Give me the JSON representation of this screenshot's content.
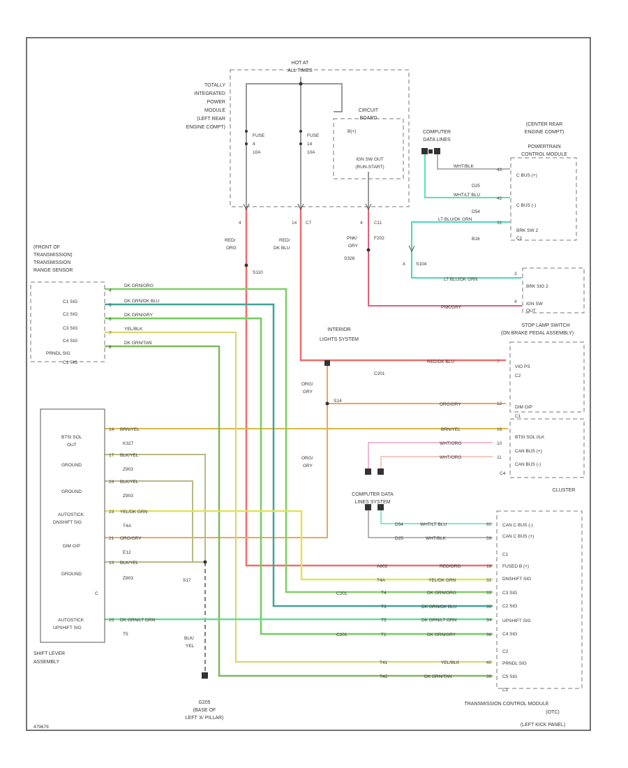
{
  "diagram_id": "479679",
  "tipm": {
    "title": [
      "TOTALLY",
      "INTEGRATED",
      "POWER",
      "MODULE",
      "(LEFT REAR",
      "ENGINE COMPT)"
    ],
    "hot": [
      "HOT AT",
      "ALL TIMES"
    ],
    "fuse1": [
      "FUSE",
      "4",
      "10A"
    ],
    "fuse2": [
      "FUSE",
      "14",
      "10A"
    ],
    "circuit_board": [
      "CIRCUIT",
      "BOARD"
    ],
    "bplus": "B(+)",
    "relay": [
      "IGN SW OUT",
      "(RUN-START)"
    ],
    "c1": "4",
    "c2": "14",
    "c3": "C7",
    "c4": "4",
    "c5": "C11"
  },
  "computer_data_lines_top": [
    "COMPUTER",
    "DATA LINES"
  ],
  "pcm": {
    "title": [
      "(CENTER REAR",
      "ENGINE COMPT)",
      "POWERTRAIN",
      "CONTROL MODULE"
    ],
    "pin1": "C BUS (+)",
    "pin2": "C BUS (-)",
    "pin3": "BRK SW 2",
    "conn": "C1",
    "p1": "43",
    "p2": "42",
    "p3": "32",
    "w1": "WHT/BLK",
    "w2": "WHT/LT BLU",
    "w3": "LT BLU/DK GRN",
    "c_d25": "D25",
    "c_d54": "D54",
    "c_b16": "B16"
  },
  "trs": {
    "title": [
      "(FRONT OF",
      "TRANSMISSION)",
      "TRANSMISSION",
      "RANGE SENSOR"
    ],
    "pins": [
      "C1 SIG",
      "C2 SIG",
      "C3 SIG",
      "C4 SIG",
      "PRNDL SIG",
      "C1 SIG"
    ],
    "pinnum": [
      "4",
      "5",
      "6",
      "7",
      "8"
    ],
    "wires": [
      "DK GRN/ORG",
      "DK GRN/DK BLU",
      "DK GRN/GRY",
      "YEL/BLK",
      "DK GRN/TAN"
    ]
  },
  "splice1": {
    "id": "S110",
    "w": [
      "RED/",
      "ORG"
    ],
    "num": "4"
  },
  "splice2": {
    "w": [
      "RED/",
      "DK BLU"
    ],
    "num": "14"
  },
  "splice3": {
    "id": "S326",
    "w": [
      "PNK/",
      "GRY"
    ],
    "f": "F202",
    "num": "4"
  },
  "s104": "S104",
  "brake_sw": {
    "w": "LT BLU/DK GRN",
    "w2": "PNK/GRY",
    "pins": [
      "BRK SIG 2",
      "IGN SW",
      "OUT"
    ],
    "p1": "3",
    "p2": "4"
  },
  "interior_lights": [
    "INTERIOR",
    "LIGHTS SYSTEM"
  ],
  "stop_lamp": {
    "title": [
      "STOP LAMP SWITCH",
      "(ON BRAKE PEDAL ASSEMBLY)"
    ],
    "w": "RED/DK BLU",
    "c": "C201",
    "pins": [
      "VIO PS",
      "C2",
      "DIM O/P",
      "C1"
    ],
    "p": "7"
  },
  "org_gry1": [
    "ORG/",
    "GRY"
  ],
  "org_gry2": [
    "ORG/",
    "GRY"
  ],
  "s14": "S14",
  "dim_wire": "ORG/GRY",
  "dim_pin": "12",
  "shifter": {
    "pins": [
      "BTSI SOL",
      "OUT",
      "GROUND",
      "GROUND",
      "AUTOSTICK",
      "DNSHIFT SIG",
      "DIM O/P",
      "GROUND",
      "AUTOSTICK",
      "UPSHIFT SIG"
    ],
    "title": [
      "SHIFT LEVER",
      "ASSEMBLY"
    ],
    "wires": [
      "BRN/YEL",
      "BLK/YEL",
      "BLK/YEL",
      "YEL/DK GRN",
      "ORG/GRY",
      "BLK/YEL",
      "DK GRN/LT GRN"
    ],
    "nums": [
      "14",
      "17",
      "24",
      "23",
      "21",
      "13",
      "25"
    ],
    "cids": [
      "K327",
      "Z903",
      "Z903",
      "T4A",
      "E12",
      "Z903",
      "T5"
    ],
    "c": "C"
  },
  "cluster": {
    "pins": [
      "BTSI SOL I/LK",
      "CAN BUS (+)",
      "CAN BUS (-)",
      "C4"
    ],
    "w": [
      "BRN/YEL",
      "WHT/ORG",
      "WHT/ORG"
    ],
    "p": [
      "19",
      "10",
      "11"
    ],
    "label": "CLUSTER"
  },
  "cdls": [
    "COMPUTER DATA",
    "LINES SYSTEM"
  ],
  "tcm": {
    "pins": [
      "CAN C BUS (-)",
      "CAN C BUS (+)",
      "C1",
      "FUSED B (+)",
      "DNSHIFT SIG",
      "C3 SIG",
      "C2 SIG",
      "UPSHIFT SIG",
      "C4 SIG",
      "C2",
      "PRNDL SIG",
      "C5 SIG",
      "C1"
    ],
    "w": [
      "WHT/LT BLU",
      "WHT/BLK",
      "RED/ORG",
      "YEL/DK GRN",
      "DK GRN/ORG",
      "DK GRN/DK BLU",
      "DK GRN/LT GRN",
      "DK GRN/GRY",
      "YEL/BLK",
      "DK GRN/TAN"
    ],
    "cid": [
      "D54",
      "D25",
      "A802",
      "T4A",
      "T4",
      "T3",
      "T5",
      "T1",
      "T41",
      "T42"
    ],
    "p": [
      "60",
      "59",
      "18",
      "32",
      "33",
      "35",
      "34",
      "36",
      "40",
      "39"
    ],
    "c201": "C201",
    "title": [
      "TRANSMISSION CONTROL MODULE",
      "(OTC)",
      "(LEFT KICK PANEL)"
    ]
  },
  "s17": "S17",
  "blk_yel": [
    "BLK/",
    "YEL"
  ],
  "ground": [
    "G205",
    "(BASE OF",
    "LEFT 'A' PILLAR)"
  ],
  "colors": {
    "red": "#f26b6b",
    "pink": "#e0607a",
    "orange": "#f2a35a",
    "yellow": "#e2e25a",
    "brnyel": "#d8b846",
    "blkyel": "#b8b884",
    "dkgrn": "#7fcf63",
    "dkgrnblu": "#3fa597",
    "dkgrngry": "#8fcf78",
    "yelblk": "#d9d469",
    "dkgrntan": "#b9a27a",
    "cyan": "#5fdfb9",
    "ltblu": "#49d9b0",
    "whtorg": "#f0b8a8",
    "whtpnk": "#e9a2c8",
    "gray": "#9a9a9a",
    "magenta": "#c9468a"
  }
}
